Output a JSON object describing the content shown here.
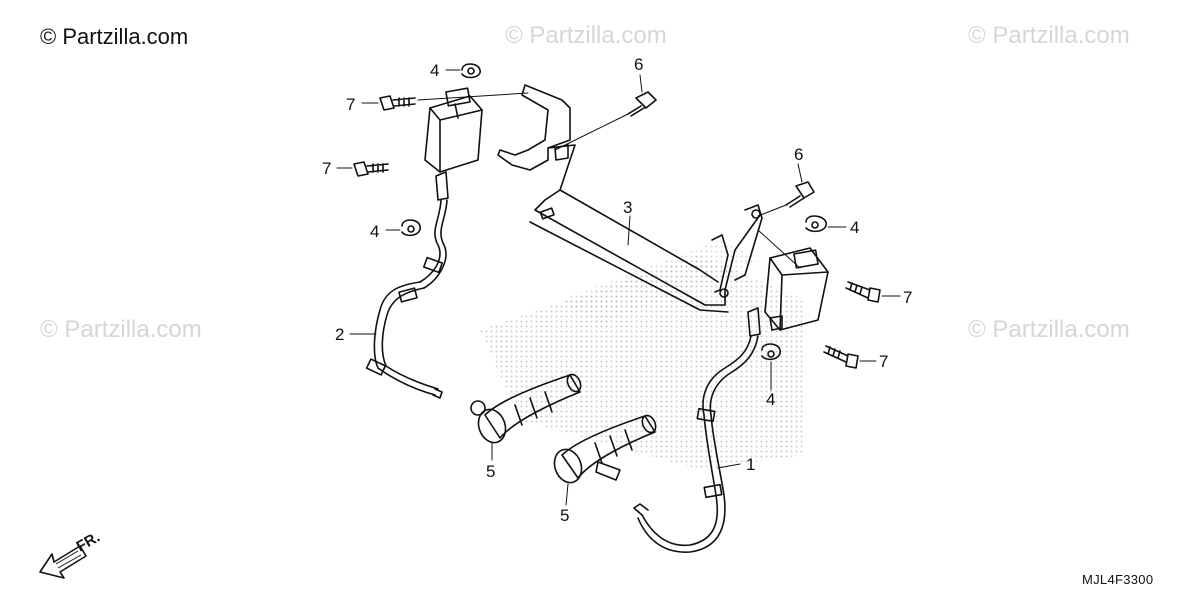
{
  "copyright": "© Partzilla.com",
  "watermark": "© Partzilla.com",
  "diagram_code": "MJL4F3300",
  "direction_label": "FR.",
  "callouts": {
    "c1": "1",
    "c2": "2",
    "c3": "3",
    "c4a": "4",
    "c4b": "4",
    "c4c": "4",
    "c4d": "4",
    "c5a": "5",
    "c5b": "5",
    "c6a": "6",
    "c6b": "6",
    "c7a": "7",
    "c7b": "7",
    "c7c": "7",
    "c7d": "7"
  }
}
